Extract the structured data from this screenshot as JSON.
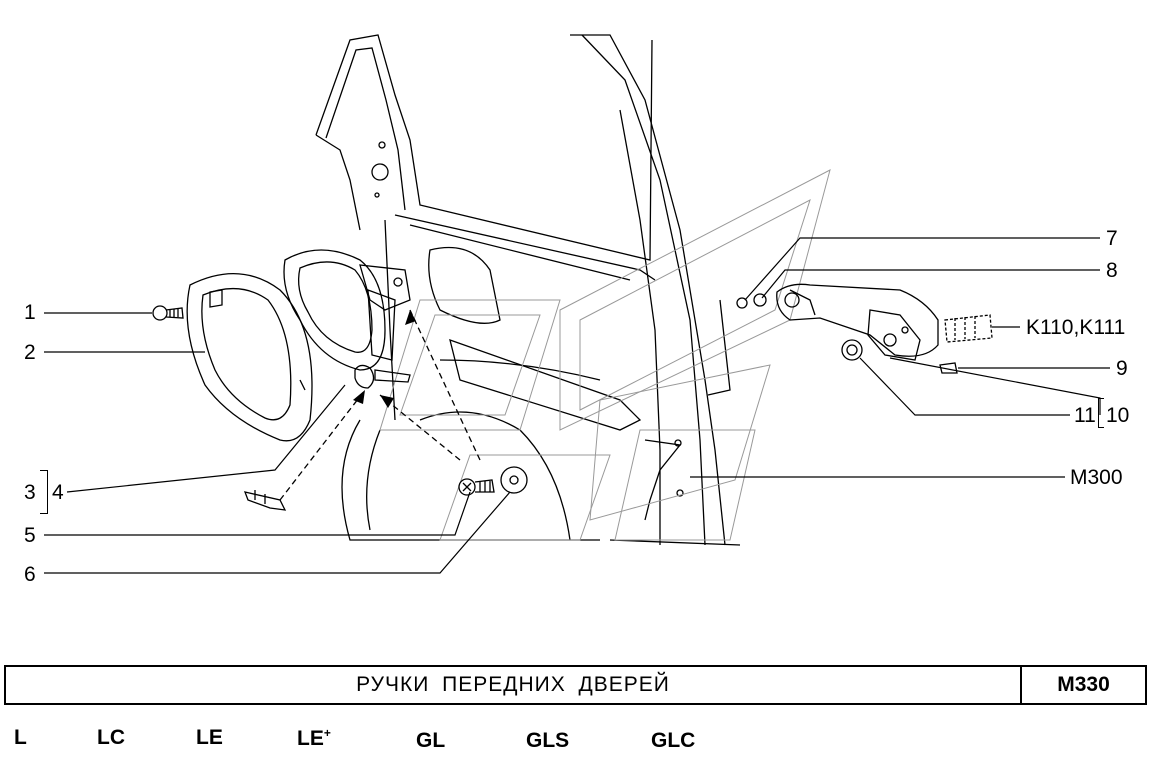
{
  "callouts": {
    "c1": "1",
    "c2": "2",
    "c3": "3",
    "c4": "4",
    "c5": "5",
    "c6": "6",
    "c7": "7",
    "c8": "8",
    "c9": "9",
    "c10": "10",
    "c11": "11",
    "k110": "K110,K111",
    "m300": "M300"
  },
  "title": {
    "text": "РУЧКИ ПЕРЕДНИХ ДВЕРЕЙ",
    "code": "M330"
  },
  "trim_levels": {
    "t1": "L",
    "t2": "LC",
    "t3": "LE",
    "t4": "LE",
    "t4_plus": "+",
    "t5": "GL",
    "t6": "GLS",
    "t7": "GLC"
  }
}
